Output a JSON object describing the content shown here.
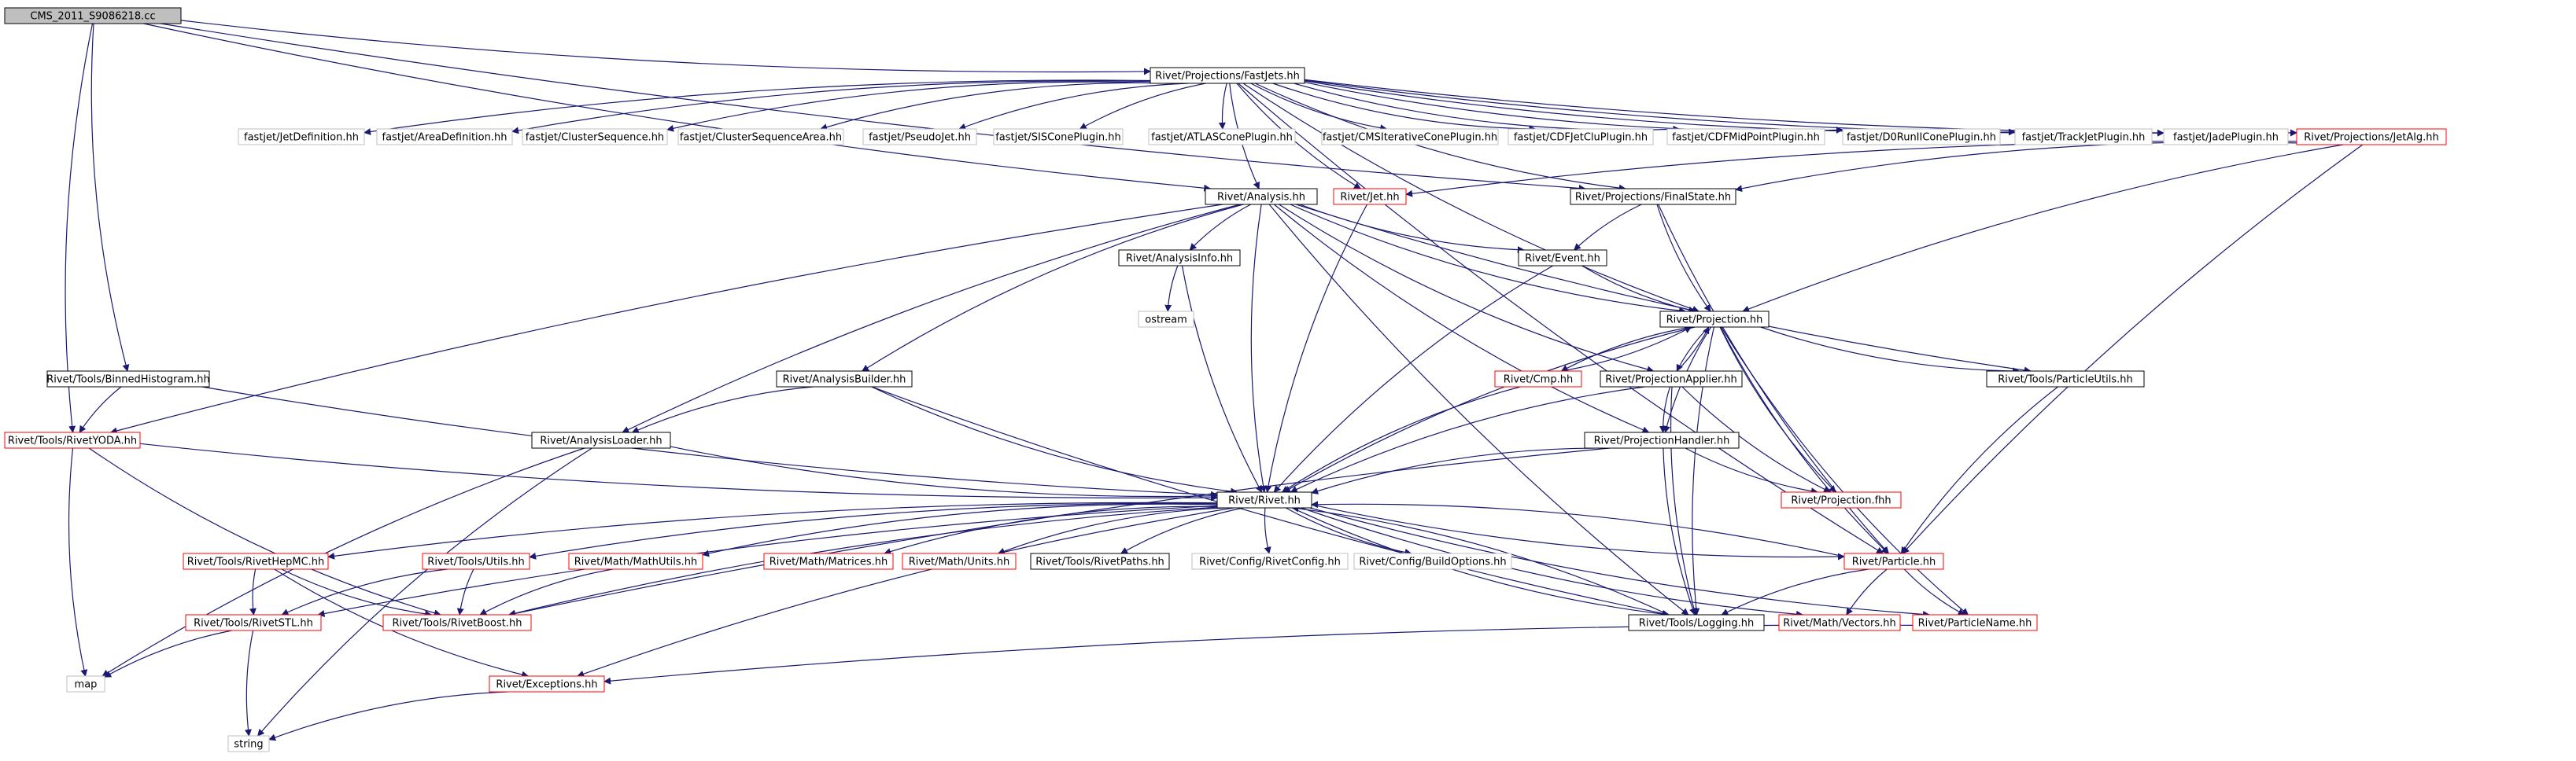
{
  "colors": {
    "edge": "#191970",
    "border_black": "#000000",
    "border_red": "#ff0000",
    "border_gray": "#bfbfbf",
    "root_fill": "#bfbfbf",
    "text": "#000000"
  },
  "nodes": [
    {
      "id": "root",
      "label": "CMS_2011_S9086218.cc",
      "style": "root"
    },
    {
      "id": "fastjets",
      "label": "Rivet/Projections/FastJets.hh",
      "style": "black"
    },
    {
      "id": "jetdef",
      "label": "fastjet/JetDefinition.hh",
      "style": "gray"
    },
    {
      "id": "areadef",
      "label": "fastjet/AreaDefinition.hh",
      "style": "gray"
    },
    {
      "id": "clusterseq",
      "label": "fastjet/ClusterSequence.hh",
      "style": "gray"
    },
    {
      "id": "clusterseqarea",
      "label": "fastjet/ClusterSequenceArea.hh",
      "style": "gray"
    },
    {
      "id": "pseudojet",
      "label": "fastjet/PseudoJet.hh",
      "style": "gray"
    },
    {
      "id": "siscone",
      "label": "fastjet/SISConePlugin.hh",
      "style": "gray"
    },
    {
      "id": "atlascone",
      "label": "fastjet/ATLASConePlugin.hh",
      "style": "gray"
    },
    {
      "id": "cmsitcone",
      "label": "fastjet/CMSIterativeConePlugin.hh",
      "style": "gray"
    },
    {
      "id": "cdfjetclu",
      "label": "fastjet/CDFJetCluPlugin.hh",
      "style": "gray"
    },
    {
      "id": "cdfmidpoint",
      "label": "fastjet/CDFMidPointPlugin.hh",
      "style": "gray"
    },
    {
      "id": "d0run2cone",
      "label": "fastjet/D0RunIIConePlugin.hh",
      "style": "gray"
    },
    {
      "id": "trackjet",
      "label": "fastjet/TrackJetPlugin.hh",
      "style": "gray"
    },
    {
      "id": "jadeplugin",
      "label": "fastjet/JadePlugin.hh",
      "style": "gray"
    },
    {
      "id": "jetalg",
      "label": "Rivet/Projections/JetAlg.hh",
      "style": "red"
    },
    {
      "id": "analysis",
      "label": "Rivet/Analysis.hh",
      "style": "black"
    },
    {
      "id": "jet",
      "label": "Rivet/Jet.hh",
      "style": "red"
    },
    {
      "id": "finalstate",
      "label": "Rivet/Projections/FinalState.hh",
      "style": "black"
    },
    {
      "id": "analysisinfo",
      "label": "Rivet/AnalysisInfo.hh",
      "style": "black"
    },
    {
      "id": "event",
      "label": "Rivet/Event.hh",
      "style": "black"
    },
    {
      "id": "ostream",
      "label": "ostream",
      "style": "gray"
    },
    {
      "id": "projection",
      "label": "Rivet/Projection.hh",
      "style": "black"
    },
    {
      "id": "binnedhisto",
      "label": "Rivet/Tools/BinnedHistogram.hh",
      "style": "black"
    },
    {
      "id": "analysisbuilder",
      "label": "Rivet/AnalysisBuilder.hh",
      "style": "black"
    },
    {
      "id": "cmp",
      "label": "Rivet/Cmp.hh",
      "style": "red"
    },
    {
      "id": "projapplier",
      "label": "Rivet/ProjectionApplier.hh",
      "style": "black"
    },
    {
      "id": "particleutils",
      "label": "Rivet/Tools/ParticleUtils.hh",
      "style": "black"
    },
    {
      "id": "rivetyoda",
      "label": "Rivet/Tools/RivetYODA.hh",
      "style": "red"
    },
    {
      "id": "analysisloader",
      "label": "Rivet/AnalysisLoader.hh",
      "style": "black"
    },
    {
      "id": "projhandler",
      "label": "Rivet/ProjectionHandler.hh",
      "style": "black"
    },
    {
      "id": "projfhh",
      "label": "Rivet/Projection.fhh",
      "style": "red"
    },
    {
      "id": "rivethh",
      "label": "Rivet/Rivet.hh",
      "style": "black"
    },
    {
      "id": "rivethepmc",
      "label": "Rivet/Tools/RivetHepMC.hh",
      "style": "red"
    },
    {
      "id": "toolsutils",
      "label": "Rivet/Tools/Utils.hh",
      "style": "red"
    },
    {
      "id": "mathutils",
      "label": "Rivet/Math/MathUtils.hh",
      "style": "red"
    },
    {
      "id": "matrices",
      "label": "Rivet/Math/Matrices.hh",
      "style": "red"
    },
    {
      "id": "units",
      "label": "Rivet/Math/Units.hh",
      "style": "red"
    },
    {
      "id": "rivetpaths",
      "label": "Rivet/Tools/RivetPaths.hh",
      "style": "black"
    },
    {
      "id": "rivetconfig",
      "label": "Rivet/Config/RivetConfig.hh",
      "style": "gray"
    },
    {
      "id": "buildoptions",
      "label": "Rivet/Config/BuildOptions.hh",
      "style": "gray"
    },
    {
      "id": "particle",
      "label": "Rivet/Particle.hh",
      "style": "red"
    },
    {
      "id": "rivetstl",
      "label": "Rivet/Tools/RivetSTL.hh",
      "style": "red"
    },
    {
      "id": "rivetboost",
      "label": "Rivet/Tools/RivetBoost.hh",
      "style": "red"
    },
    {
      "id": "logging",
      "label": "Rivet/Tools/Logging.hh",
      "style": "black"
    },
    {
      "id": "vectors",
      "label": "Rivet/Math/Vectors.hh",
      "style": "red"
    },
    {
      "id": "particlename",
      "label": "Rivet/ParticleName.hh",
      "style": "red"
    },
    {
      "id": "map",
      "label": "map",
      "style": "gray"
    },
    {
      "id": "exceptions",
      "label": "Rivet/Exceptions.hh",
      "style": "red"
    },
    {
      "id": "string",
      "label": "string",
      "style": "gray"
    }
  ],
  "edges": [
    [
      "root",
      "fastjets"
    ],
    [
      "root",
      "analysis"
    ],
    [
      "root",
      "binnedhisto"
    ],
    [
      "root",
      "rivetyoda"
    ],
    [
      "root",
      "finalstate"
    ],
    [
      "fastjets",
      "jetdef"
    ],
    [
      "fastjets",
      "areadef"
    ],
    [
      "fastjets",
      "clusterseq"
    ],
    [
      "fastjets",
      "clusterseqarea"
    ],
    [
      "fastjets",
      "pseudojet"
    ],
    [
      "fastjets",
      "siscone"
    ],
    [
      "fastjets",
      "atlascone"
    ],
    [
      "fastjets",
      "cmsitcone"
    ],
    [
      "fastjets",
      "cdfjetclu"
    ],
    [
      "fastjets",
      "cdfmidpoint"
    ],
    [
      "fastjets",
      "d0run2cone"
    ],
    [
      "fastjets",
      "trackjet"
    ],
    [
      "fastjets",
      "jadeplugin"
    ],
    [
      "fastjets",
      "jetalg"
    ],
    [
      "fastjets",
      "analysis"
    ],
    [
      "fastjets",
      "jet"
    ],
    [
      "fastjets",
      "finalstate"
    ],
    [
      "fastjets",
      "projection"
    ],
    [
      "fastjets",
      "particle"
    ],
    [
      "jetalg",
      "jet"
    ],
    [
      "jetalg",
      "finalstate"
    ],
    [
      "jetalg",
      "projection"
    ],
    [
      "jetalg",
      "particle"
    ],
    [
      "analysis",
      "analysisinfo"
    ],
    [
      "analysis",
      "event"
    ],
    [
      "analysis",
      "projection"
    ],
    [
      "analysis",
      "analysisbuilder"
    ],
    [
      "analysis",
      "analysisloader"
    ],
    [
      "analysis",
      "projapplier"
    ],
    [
      "analysis",
      "particleutils"
    ],
    [
      "analysis",
      "projhandler"
    ],
    [
      "analysis",
      "rivethh"
    ],
    [
      "analysis",
      "logging"
    ],
    [
      "analysis",
      "rivetyoda"
    ],
    [
      "jet",
      "rivethh"
    ],
    [
      "finalstate",
      "event"
    ],
    [
      "finalstate",
      "projection"
    ],
    [
      "finalstate",
      "particle"
    ],
    [
      "analysisinfo",
      "ostream"
    ],
    [
      "analysisinfo",
      "rivethh"
    ],
    [
      "event",
      "projection"
    ],
    [
      "event",
      "rivethh"
    ],
    [
      "projection",
      "cmp"
    ],
    [
      "projection",
      "projapplier"
    ],
    [
      "projection",
      "particleutils"
    ],
    [
      "projection",
      "projhandler"
    ],
    [
      "projection",
      "projfhh"
    ],
    [
      "projection",
      "rivethh"
    ],
    [
      "projection",
      "logging"
    ],
    [
      "projection",
      "particle"
    ],
    [
      "projection",
      "particlename"
    ],
    [
      "cmp",
      "projection"
    ],
    [
      "cmp",
      "rivethh"
    ],
    [
      "projapplier",
      "projection"
    ],
    [
      "projapplier",
      "projhandler"
    ],
    [
      "projapplier",
      "projfhh"
    ],
    [
      "projapplier",
      "rivethh"
    ],
    [
      "projapplier",
      "logging"
    ],
    [
      "binnedhisto",
      "rivetyoda"
    ],
    [
      "binnedhisto",
      "rivethh"
    ],
    [
      "analysisbuilder",
      "analysisloader"
    ],
    [
      "analysisbuilder",
      "rivethh"
    ],
    [
      "analysisbuilder",
      "logging"
    ],
    [
      "particleutils",
      "particle"
    ],
    [
      "rivetyoda",
      "rivethh"
    ],
    [
      "rivetyoda",
      "rivetboost"
    ],
    [
      "rivetyoda",
      "map"
    ],
    [
      "analysisloader",
      "rivethh"
    ],
    [
      "analysisloader",
      "map"
    ],
    [
      "analysisloader",
      "string"
    ],
    [
      "projhandler",
      "projfhh"
    ],
    [
      "projhandler",
      "rivethh"
    ],
    [
      "projhandler",
      "logging"
    ],
    [
      "projhandler",
      "rivetboost"
    ],
    [
      "rivethh",
      "rivethepmc"
    ],
    [
      "rivethh",
      "toolsutils"
    ],
    [
      "rivethh",
      "mathutils"
    ],
    [
      "rivethh",
      "matrices"
    ],
    [
      "rivethh",
      "units"
    ],
    [
      "rivethh",
      "rivetpaths"
    ],
    [
      "rivethh",
      "rivetconfig"
    ],
    [
      "rivethh",
      "buildoptions"
    ],
    [
      "rivethh",
      "particle"
    ],
    [
      "rivethh",
      "rivetstl"
    ],
    [
      "rivethh",
      "rivetboost"
    ],
    [
      "rivethh",
      "logging"
    ],
    [
      "rivethh",
      "vectors"
    ],
    [
      "rivethh",
      "particlename"
    ],
    [
      "rivethh",
      "exceptions"
    ],
    [
      "rivethepmc",
      "rivetstl"
    ],
    [
      "rivethepmc",
      "rivetboost"
    ],
    [
      "rivethepmc",
      "exceptions"
    ],
    [
      "toolsutils",
      "rivetstl"
    ],
    [
      "toolsutils",
      "rivetboost"
    ],
    [
      "mathutils",
      "rivetboost"
    ],
    [
      "particle",
      "rivethh"
    ],
    [
      "particle",
      "logging"
    ],
    [
      "particle",
      "vectors"
    ],
    [
      "particle",
      "particlename"
    ],
    [
      "logging",
      "rivethh"
    ],
    [
      "particlename",
      "exceptions"
    ],
    [
      "rivetstl",
      "map"
    ],
    [
      "rivetstl",
      "string"
    ],
    [
      "exceptions",
      "string"
    ]
  ]
}
